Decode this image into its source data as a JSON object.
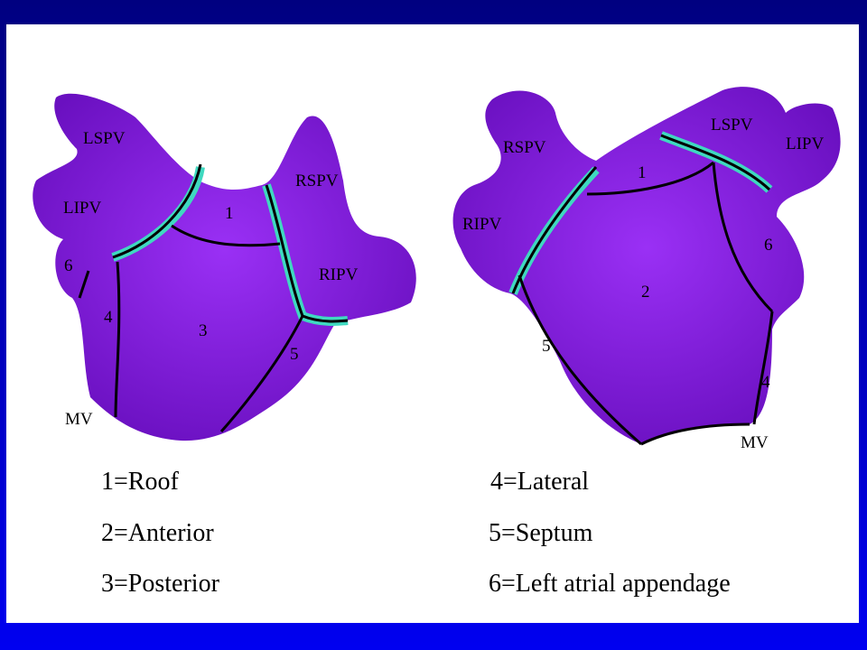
{
  "colors": {
    "atrium": "#8a1ee8",
    "ablation": "#3fd9c0",
    "border_top": "#000080",
    "border_bottom": "#0000f0"
  },
  "left_view": {
    "labels": {
      "lspv": "LSPV",
      "lipv": "LIPV",
      "rspv": "RSPV",
      "ripv": "RIPV",
      "mv": "MV",
      "r1": "1",
      "r3": "3",
      "r4": "4",
      "r5": "5",
      "r6": "6"
    }
  },
  "right_view": {
    "labels": {
      "rspv": "RSPV",
      "ripv": "RIPV",
      "lspv": "LSPV",
      "lipv": "LIPV",
      "mv": "MV",
      "r1": "1",
      "r2": "2",
      "r4": "4",
      "r5": "5",
      "r6": "6"
    }
  },
  "legend": [
    "1=Roof",
    "2=Anterior",
    "3=Posterior",
    "4=Lateral",
    "5=Septum",
    "6=Left atrial appendage"
  ]
}
